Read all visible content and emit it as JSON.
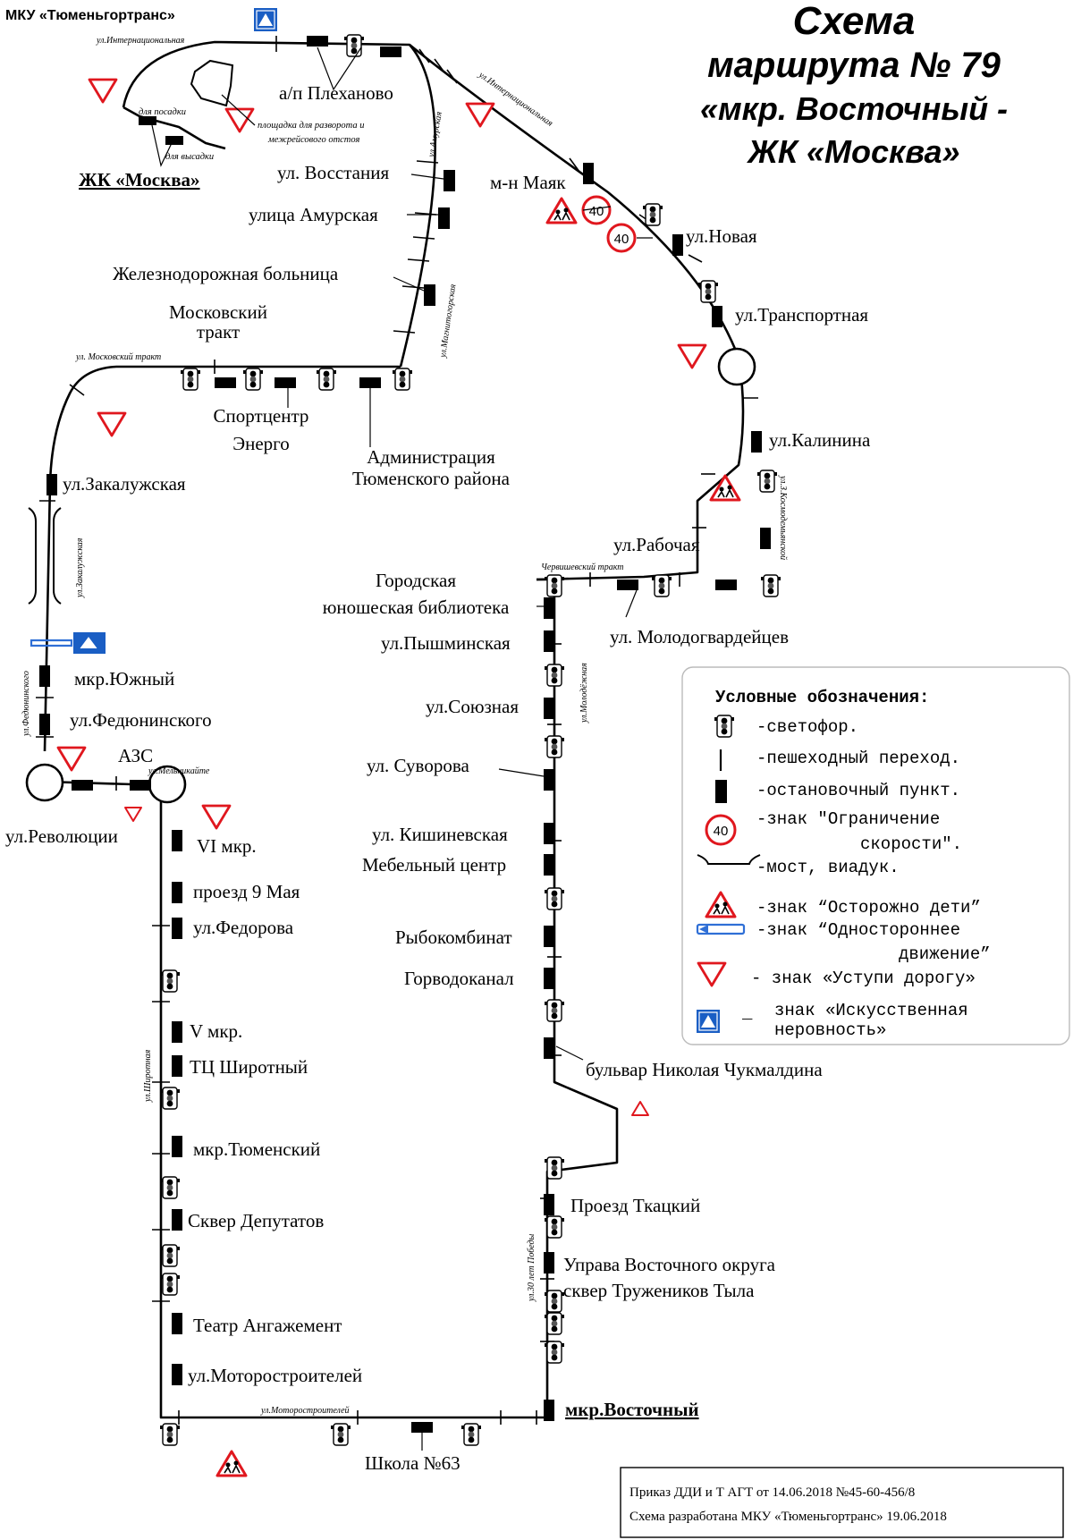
{
  "header": {
    "organization": "МКУ «Тюменьгортранс»",
    "title_line1": "Схема",
    "title_line2": "маршрута № 79",
    "title_line3": "«мкр. Восточный -",
    "title_line4": "ЖК «Москва»"
  },
  "stops": {
    "plekhanovo": "а/п Плеханово",
    "zhk_moskva": "ЖК «Москва»",
    "vosstaniya": "ул. Восстания",
    "amurskaya": "улица Амурская",
    "zhd_hospital": "Железнодорожная больница",
    "moskovsky_trakt_1": "Московский",
    "moskovsky_trakt_2": "тракт",
    "sportcenter_1": "Спортцентр",
    "sportcenter_2": "Энерго",
    "admin_1": "Администрация",
    "admin_2": "Тюменского района",
    "zakaluzhskaya": "ул.Закалужская",
    "yuzhny": "мкр.Южный",
    "fedyuninskogo": "ул.Федюнинского",
    "azs": "АЗС",
    "revolyutsii": "ул.Революции",
    "vi_mkr": "VI мкр.",
    "proezd_9_maya": "проезд 9 Мая",
    "fedorova": "ул.Федорова",
    "v_mkr": "V мкр.",
    "tc_shirotny": "ТЦ Широтный",
    "tyumensky": "мкр.Тюменский",
    "skver_deputatov": "Сквер Депутатов",
    "teatr": "Театр Ангажемент",
    "motorostroiteley": "ул.Моторостроителей",
    "shkola_63": "Школа №63",
    "vostochny": "мкр.Восточный",
    "mayak": "м-н Маяк",
    "novaya": "ул.Новая",
    "transportnaya": "ул.Транспортная",
    "kalinina": "ул.Калинина",
    "rabochaya": "ул.Рабочая",
    "molodogvardeytsev": "ул. Молодогвардейцев",
    "library_1": "Городская",
    "library_2": "юношеская библиотека",
    "pyshminskaya": "ул.Пышминская",
    "soyuznaya": "ул.Союзная",
    "suvorova": "ул. Суворова",
    "kishinevskaya": "ул. Кишиневская",
    "mebelny": "Мебельный центр",
    "rybokombinat": "Рыбокомбинат",
    "gorvodokanal": "Горводоканал",
    "chukmaldina": "бульвар Николая Чукмалдина",
    "tkatsky": "Проезд Ткацкий",
    "uprava": "Управа Восточного округа",
    "skver_truzhenikov": "сквер Тружеников Тыла"
  },
  "streets": {
    "internatsionalnaya_top": "ул.Интернациональная",
    "internatsionalnaya_diag": "ул.Интернациональная",
    "amurskaya": "ул.Амурская",
    "magnitogorskaya": "ул.Магнитогорская",
    "moskovsky_trakt": "ул. Московский тракт",
    "zakaluzhskaya": "ул.Закалужская",
    "fedyuninskogo": "ул.Федюнинского",
    "melnikayte": "ул.Мельникайте",
    "shirotnaya": "ул.Широтная",
    "motorostroiteley": "ул.Моторостроителей",
    "chervishevsky": "Червишевский тракт",
    "molodezhnaya": "ул.Молодёжная",
    "kosmodemyanskoy": "ул.З.Космодемьянской",
    "let_pobedy": "ул.30 лет Победы"
  },
  "notes": {
    "boarding": "для посадки",
    "alighting": "для высадки",
    "turnaround_1": "площадка для разворота и",
    "turnaround_2": "межрейсового отстоя"
  },
  "signs": {
    "speed_value": "40"
  },
  "legend": {
    "heading": "Условные обозначения:",
    "traffic_light": "-светофор.",
    "crosswalk": "-пешеходный переход.",
    "stop": "-остановочный пункт.",
    "speed_1": "-знак \"Ограничение",
    "speed_2": "скорости\".",
    "bridge": "-мост, виадук.",
    "children": "-знак “Осторожно дети”",
    "oneway_1": "-знак “Одностороннее",
    "oneway_2": "движение”",
    "yield": "- знак «Уступи дорогу»",
    "bump_1": "знак «Искусственная",
    "bump_2": "неровность»",
    "bump_dash": "_",
    "speed_value": "40"
  },
  "footer": {
    "line1": "Приказ ДДИ и Т АГТ от 14.06.2018 №45-60-456/8",
    "line2": "Схема разработана МКУ «Тюменьгортранс» 19.06.2018"
  },
  "colors": {
    "route": "#000000",
    "sign_red": "#e0171e",
    "sign_blue": "#1a5ec4",
    "oneway_blue": "#2f6fd6"
  }
}
